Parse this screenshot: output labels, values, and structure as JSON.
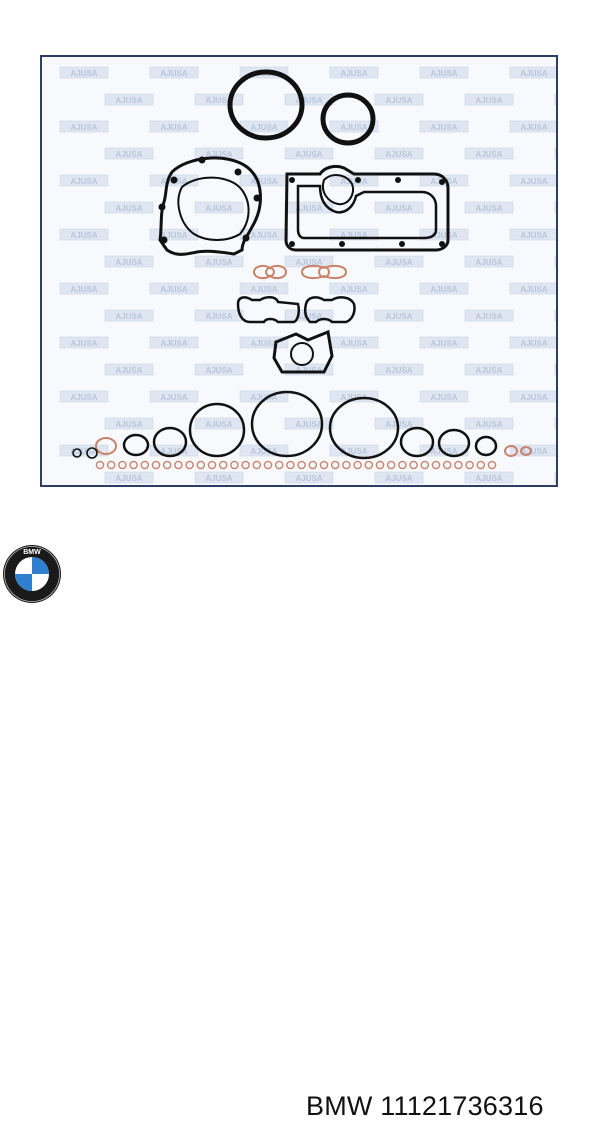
{
  "product_image": {
    "watermark_text": "AJUSA",
    "frame_color": "#2c3e66",
    "gasket_color": "#111111",
    "copper_color": "#c9836a"
  },
  "brand": {
    "logo_name": "bmw-logo",
    "logo_letters": "BMW",
    "logo_colors": {
      "blue": "#2f7fd0",
      "white": "#ffffff",
      "ring": "#1a1a1a"
    }
  },
  "part": {
    "brand": "BMW",
    "number": "11121736316"
  }
}
